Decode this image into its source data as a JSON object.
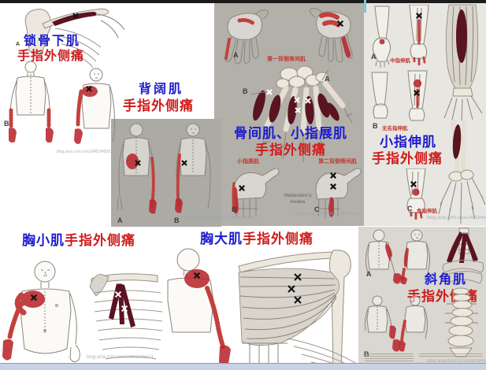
{
  "page": {
    "watermark": "blog.sina.com.cn/u/2481845551"
  },
  "colors": {
    "label_blue": "#1c1ccd",
    "label_red": "#cf1d1d",
    "muscle_maroon": "#5a1420",
    "referral_red": "#b8272e",
    "panel_gray": "#b3b0aa",
    "panel_light": "#e8e6e1"
  },
  "sections": {
    "subclavius": {
      "muscle": "锁骨下肌",
      "pain": "手指外侧痛",
      "label_a": "A",
      "label_b": "B"
    },
    "latissimus": {
      "muscle": "背阔肌",
      "pain": "手指外侧痛",
      "label_a": "A",
      "label_b": "B"
    },
    "interossei": {
      "muscle": "骨间肌、小指展肌",
      "pain": "手指外侧痛",
      "first_dorsal": "第一背侧骨间肌",
      "abductor_dm": "小指展肌",
      "second_dorsal": "第二背侧骨间肌",
      "nodes_line1": "Heberden's",
      "nodes_line2": "nodes",
      "label_a": "A",
      "label_b": "B",
      "label_c": "C"
    },
    "extensors": {
      "muscle": "小指伸肌",
      "pain": "手指外侧痛",
      "middle_ext": "中指伸肌",
      "ring_ext": "无名指伸肌",
      "index_ext": "食指伸肌",
      "label_a": "A",
      "label_b": "B",
      "label_c": "C"
    },
    "pec_minor": {
      "muscle": "胸小肌",
      "pain": "手指外侧痛"
    },
    "pec_major": {
      "muscle": "胸大肌",
      "pain": "手指外侧痛"
    },
    "scalene": {
      "muscle": "斜角肌",
      "pain": "手指外侧痛",
      "label_a": "A",
      "label_b": "B"
    }
  }
}
